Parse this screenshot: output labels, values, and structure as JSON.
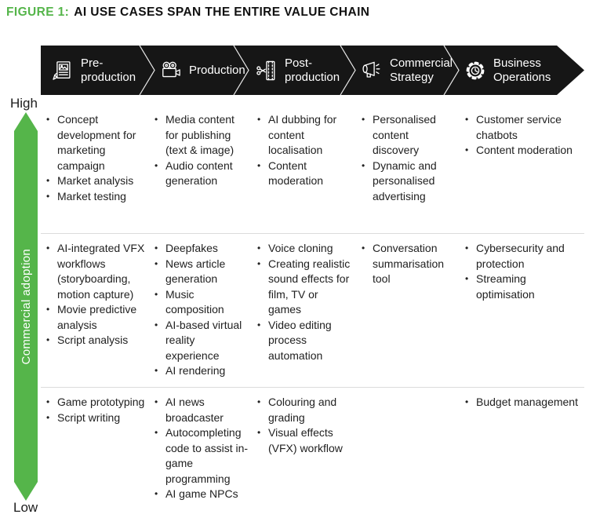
{
  "figure": {
    "label": "FIGURE 1:",
    "title": "AI USE CASES SPAN THE ENTIRE VALUE CHAIN"
  },
  "colors": {
    "accent_green": "#55b54a",
    "band_black": "#161616",
    "divider_gray": "#dcdcdc"
  },
  "axis": {
    "high": "High",
    "low": "Low",
    "label": "Commercial adoption"
  },
  "stages": [
    {
      "icon": "storyboard-icon",
      "lines": [
        "Pre-",
        "production"
      ]
    },
    {
      "icon": "movie-camera-icon",
      "lines": [
        "Production"
      ]
    },
    {
      "icon": "scissors-film-icon",
      "lines": [
        "Post-",
        "production"
      ]
    },
    {
      "icon": "megaphone-icon",
      "lines": [
        "Commercial",
        "Strategy"
      ]
    },
    {
      "icon": "gear-icon",
      "lines": [
        "Business",
        "Operations"
      ]
    }
  ],
  "grid": {
    "rows": [
      {
        "cells": [
          {
            "items": [
              "Concept development for marketing campaign",
              "Market analysis",
              "Market testing"
            ]
          },
          {
            "items": [
              "Media content for publishing (text & image)",
              "Audio content generation"
            ]
          },
          {
            "items": [
              "AI dubbing for content localisation",
              "Content moderation"
            ]
          },
          {
            "items": [
              "Personalised content discovery",
              "Dynamic and personalised advertising"
            ]
          },
          {
            "items": [
              "Customer service chatbots",
              "Content moderation"
            ]
          }
        ]
      },
      {
        "cells": [
          {
            "items": [
              "AI-integrated VFX workflows (storyboarding, motion capture)",
              "Movie predictive analysis",
              "Script analysis"
            ]
          },
          {
            "items": [
              "Deepfakes",
              "News article generation",
              "Music composition",
              "AI-based virtual reality experience",
              "AI rendering"
            ]
          },
          {
            "items": [
              "Voice cloning",
              "Creating realistic sound effects for film, TV or games",
              "Video editing process automation"
            ]
          },
          {
            "items": [
              "Conversation summarisation tool"
            ]
          },
          {
            "items": [
              "Cybersecurity and protection",
              "Streaming optimisation"
            ]
          }
        ]
      },
      {
        "cells": [
          {
            "items": [
              "Game prototyping",
              "Script writing"
            ]
          },
          {
            "items": [
              "AI news broadcaster",
              "Autocompleting code to assist in-game programming",
              "AI game NPCs"
            ]
          },
          {
            "items": [
              "Colouring and grading",
              "Visual effects (VFX) workflow"
            ]
          },
          {
            "items": []
          },
          {
            "items": [
              "Budget management"
            ]
          }
        ]
      }
    ]
  }
}
